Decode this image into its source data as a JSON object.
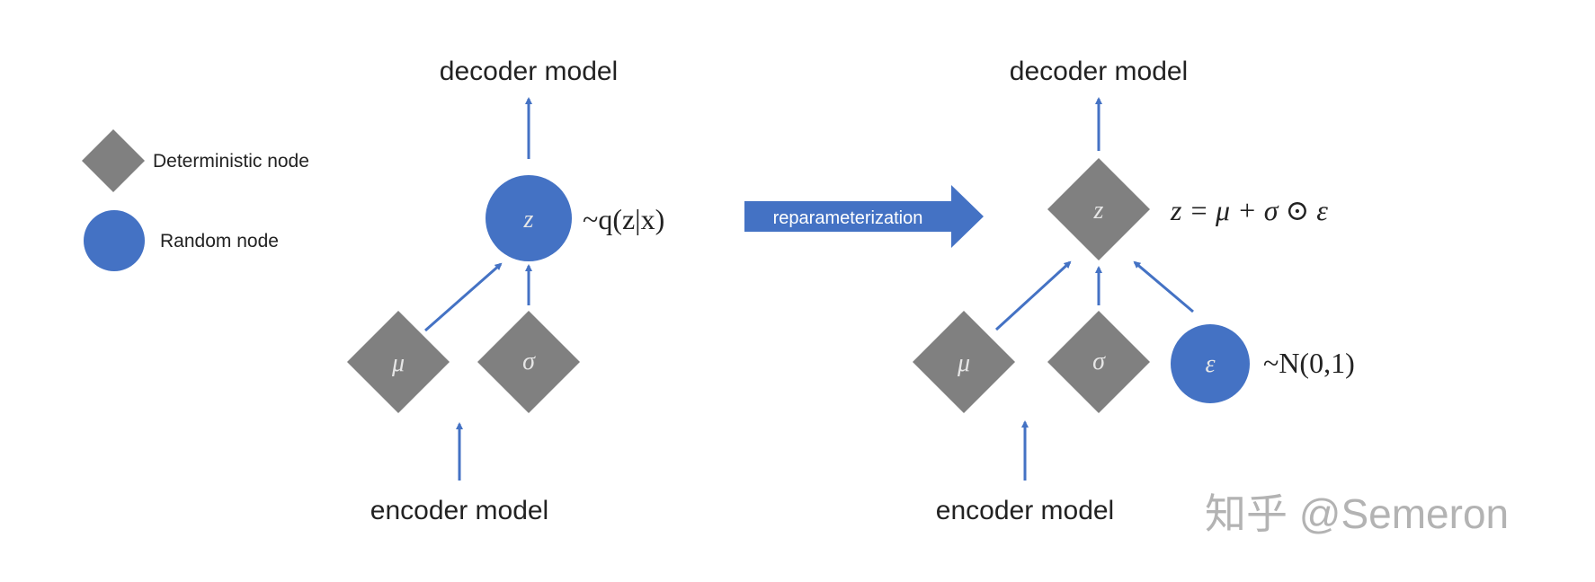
{
  "colors": {
    "random_node": "#4472c4",
    "deterministic_node": "#808080",
    "arrow": "#4472c4",
    "text": "#222222",
    "node_label": "#e6e6e6",
    "watermark": "#b3b3b3"
  },
  "legend": {
    "deterministic_label": "Deterministic node",
    "random_label": "Random node"
  },
  "left_diagram": {
    "decoder_label": "decoder model",
    "encoder_label": "encoder model",
    "z_node": {
      "symbol": "z",
      "type": "random",
      "annotation": "~q(z|x)"
    },
    "mu_node": {
      "symbol": "μ",
      "type": "deterministic"
    },
    "sigma_node": {
      "symbol": "σ",
      "type": "deterministic"
    }
  },
  "transform_arrow": {
    "label": "reparameterization"
  },
  "right_diagram": {
    "decoder_label": "decoder model",
    "encoder_label": "encoder model",
    "z_node": {
      "symbol": "z",
      "type": "deterministic",
      "annotation": "z = μ + σ ⊙ ε"
    },
    "mu_node": {
      "symbol": "μ",
      "type": "deterministic"
    },
    "sigma_node": {
      "symbol": "σ",
      "type": "deterministic"
    },
    "epsilon_node": {
      "symbol": "ε",
      "type": "random",
      "annotation": "~N(0,1)"
    }
  },
  "watermark": "知乎 @Semeron"
}
